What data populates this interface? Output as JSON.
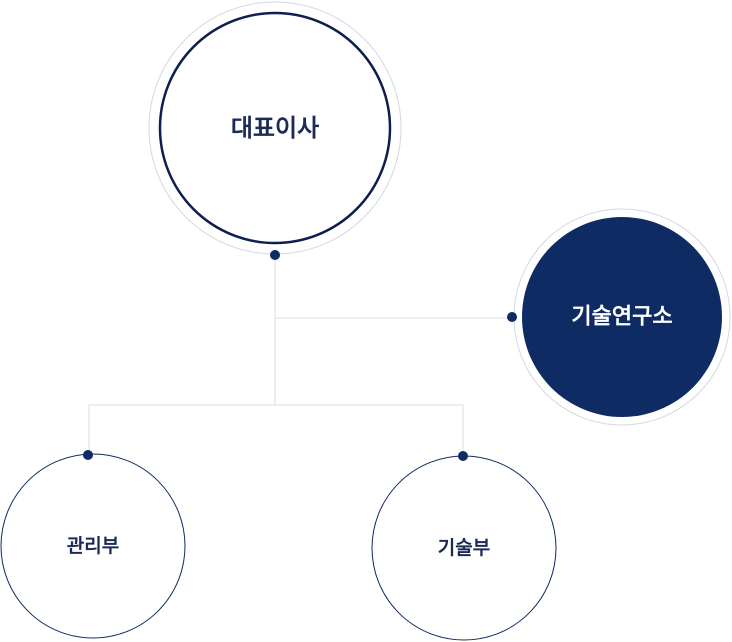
{
  "org_chart": {
    "ceo": {
      "label": "대표이사"
    },
    "research_lab": {
      "label": "기술연구소"
    },
    "management_dept": {
      "label": "관리부"
    },
    "tech_dept": {
      "label": "기술부"
    }
  },
  "colors": {
    "navy": "#0e2b64",
    "navy_dark": "#0d1f4f",
    "ring_light": "#d3d7e3",
    "connector": "#d9dde6",
    "label_dark": "#1c2a56",
    "white": "#ffffff"
  }
}
